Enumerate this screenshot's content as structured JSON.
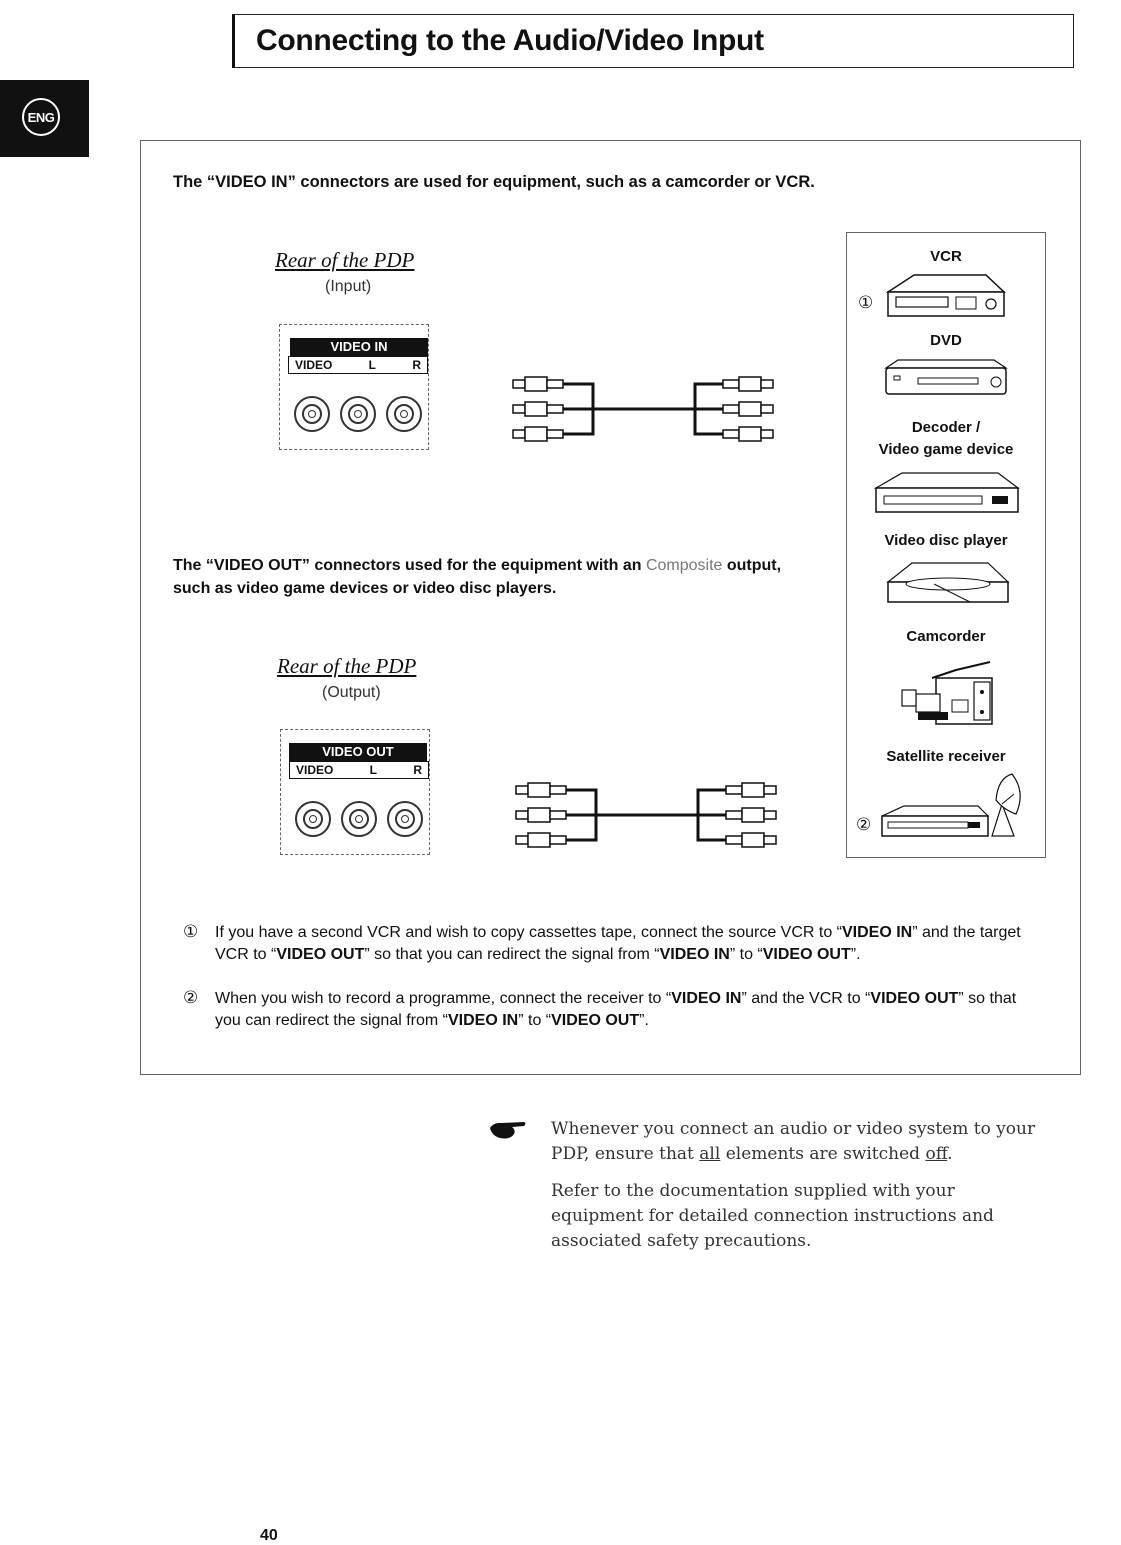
{
  "header": {
    "title": "Connecting to the Audio/Video Input",
    "lang_badge": "ENG"
  },
  "intro": "The “VIDEO IN” connectors are used for equipment, such as a camcorder or VCR.",
  "input_panel": {
    "heading": "Rear of the PDP",
    "sub": "(Input)",
    "bar_label": "VIDEO IN",
    "row_labels": [
      "VIDEO",
      "L",
      "R"
    ]
  },
  "video_out_text": {
    "part1": "The “VIDEO OUT” connectors used for the equipment with an ",
    "composite": "Composite",
    "part2": " output, such as video game devices or video disc players."
  },
  "output_panel": {
    "heading": "Rear of the PDP",
    "sub": "(Output)",
    "bar_label": "VIDEO OUT",
    "row_labels": [
      "VIDEO",
      "L",
      "R"
    ]
  },
  "devices": {
    "vcr": "VCR",
    "dvd": "DVD",
    "decoder_line1": "Decoder /",
    "decoder_line2": "Video game device",
    "disc": "Video disc player",
    "camcorder": "Camcorder",
    "satellite": "Satellite receiver",
    "marker1": "①",
    "marker2": "②"
  },
  "notes": [
    {
      "num": "①",
      "t1": "If you have a second VCR and wish to copy cassettes tape, connect the source VCR to “",
      "b1": "VIDEO IN",
      "t2": "” and the target VCR to “",
      "b2": "VIDEO OUT",
      "t3": "” so that you can redirect the signal from “",
      "b3": "VIDEO IN",
      "t4": "” to “",
      "b4": "VIDEO OUT",
      "t5": "”."
    },
    {
      "num": "②",
      "t1": "When you wish to record a programme, connect the receiver to “",
      "b1": "VIDEO IN",
      "t2": "” and the VCR to “",
      "b2": "VIDEO OUT",
      "t3": "” so that you can redirect the signal from “",
      "b3": "VIDEO IN",
      "t4": "” to “",
      "b4": "VIDEO OUT",
      "t5": "”."
    }
  ],
  "footer_note": {
    "p1_a": "Whenever you connect an audio or video system to your PDP, ensure that ",
    "p1_all": "all",
    "p1_b": " elements are switched ",
    "p1_off": "off",
    "p1_c": ".",
    "p2": "Refer to the documentation supplied with your equipment for detailed connection instructions and associated safety precautions."
  },
  "page_number": "40"
}
